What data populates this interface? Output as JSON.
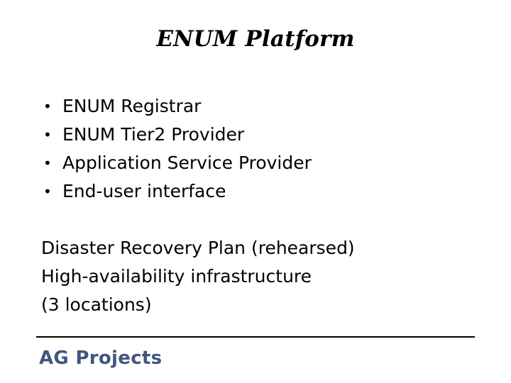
{
  "slide": {
    "title": "ENUM Platform",
    "bullets": [
      {
        "marker": "bullet-dot",
        "label": "ENUM Registrar"
      },
      {
        "marker": "bullet-dot",
        "label": "ENUM Tier2 Provider"
      },
      {
        "marker": "bullet-dot",
        "label": "Application Service Provider"
      },
      {
        "marker": "bullet-dot",
        "label": "End-user interface"
      }
    ],
    "body_lines": [
      "Disaster Recovery Plan (rehearsed)",
      "High-availability infrastructure",
      "(3 locations)"
    ],
    "footer": {
      "logo_text": "AG Projects",
      "logo_color": "#41557e",
      "rule_color": "#000000"
    },
    "background_color": "#ffffff",
    "text_color": "#000000"
  }
}
